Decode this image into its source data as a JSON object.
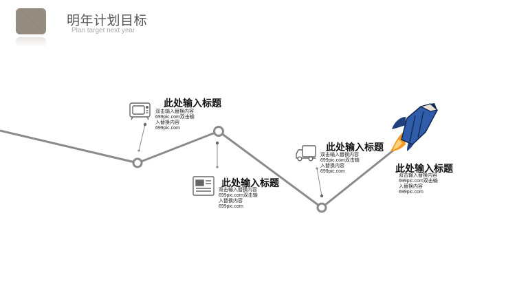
{
  "header": {
    "title": "明年计划目标",
    "subtitle": "Plan target next year"
  },
  "items": [
    {
      "title": "此处输入标题",
      "lines": [
        "双击输入替换内容",
        "699pic.com双击输",
        "入替换内容",
        "699pic.com"
      ]
    },
    {
      "title": "此处输入标题",
      "lines": [
        "双击输入替换内容",
        "699pic.com双击输",
        "入替换内容",
        "699pic.com"
      ]
    },
    {
      "title": "此处输入标题",
      "lines": [
        "双击输入替换内容",
        "699pic.com双击输",
        "入替换内容",
        "699pic.com"
      ]
    },
    {
      "title": "此处输入标题",
      "lines": [
        "双击输入替换内容",
        "699pic.com双击输",
        "入替换内容",
        "699pic.com"
      ]
    }
  ],
  "icons": [
    "tv-icon",
    "newspaper-icon",
    "truck-icon",
    "pencil-rocket-icon"
  ],
  "colors": {
    "line": "#8a8a8a",
    "rocket_blue": "#2f5cab",
    "rocket_flame": "#f39a24"
  }
}
